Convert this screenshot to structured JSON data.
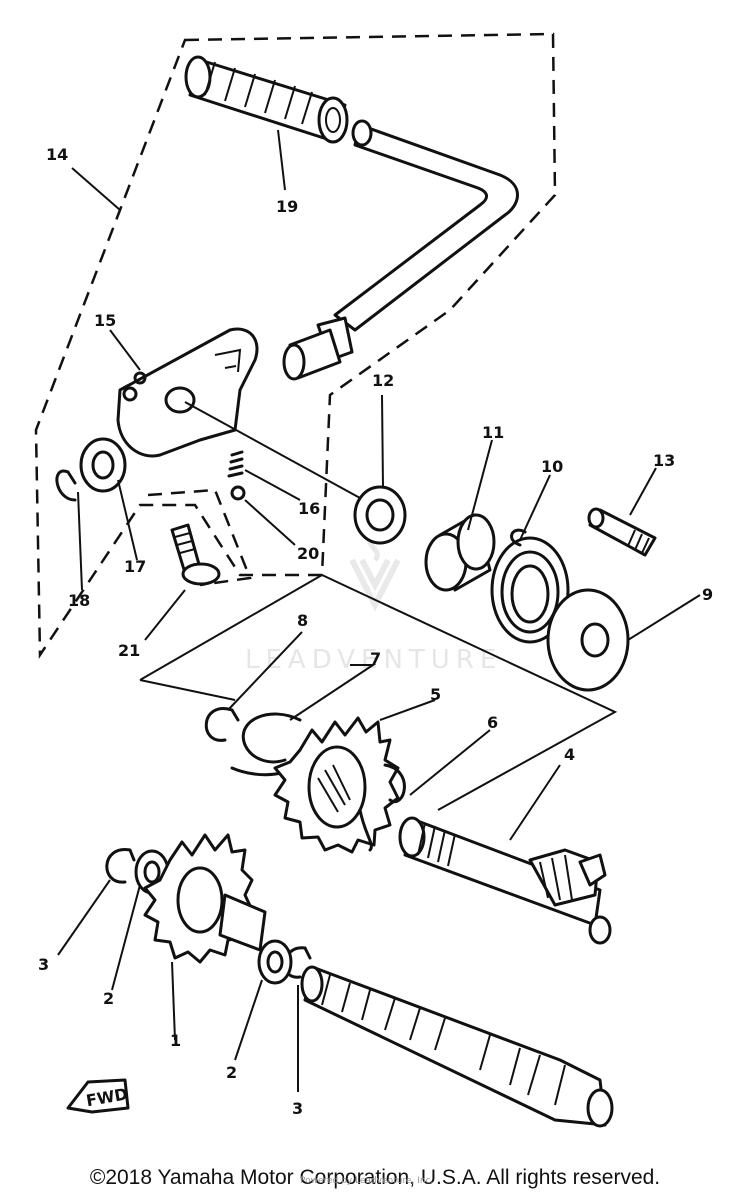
{
  "diagram": {
    "callouts": [
      "14",
      "19",
      "15",
      "12",
      "11",
      "10",
      "13",
      "16",
      "20",
      "17",
      "18",
      "21",
      "9",
      "8",
      "7",
      "5",
      "6",
      "4",
      "3",
      "2",
      "1",
      "2",
      "3"
    ],
    "fwd_label": "FWD",
    "watermark": "LEADVENTURE"
  },
  "footer": {
    "copyright": "©2018 Yamaha Motor Corporation, U.S.A. All rights reserved.",
    "sub_text": "Powered by Leadventure, Inc."
  },
  "colors": {
    "ink": "#111111",
    "background": "#ffffff",
    "watermark": "#e6e6e6"
  }
}
